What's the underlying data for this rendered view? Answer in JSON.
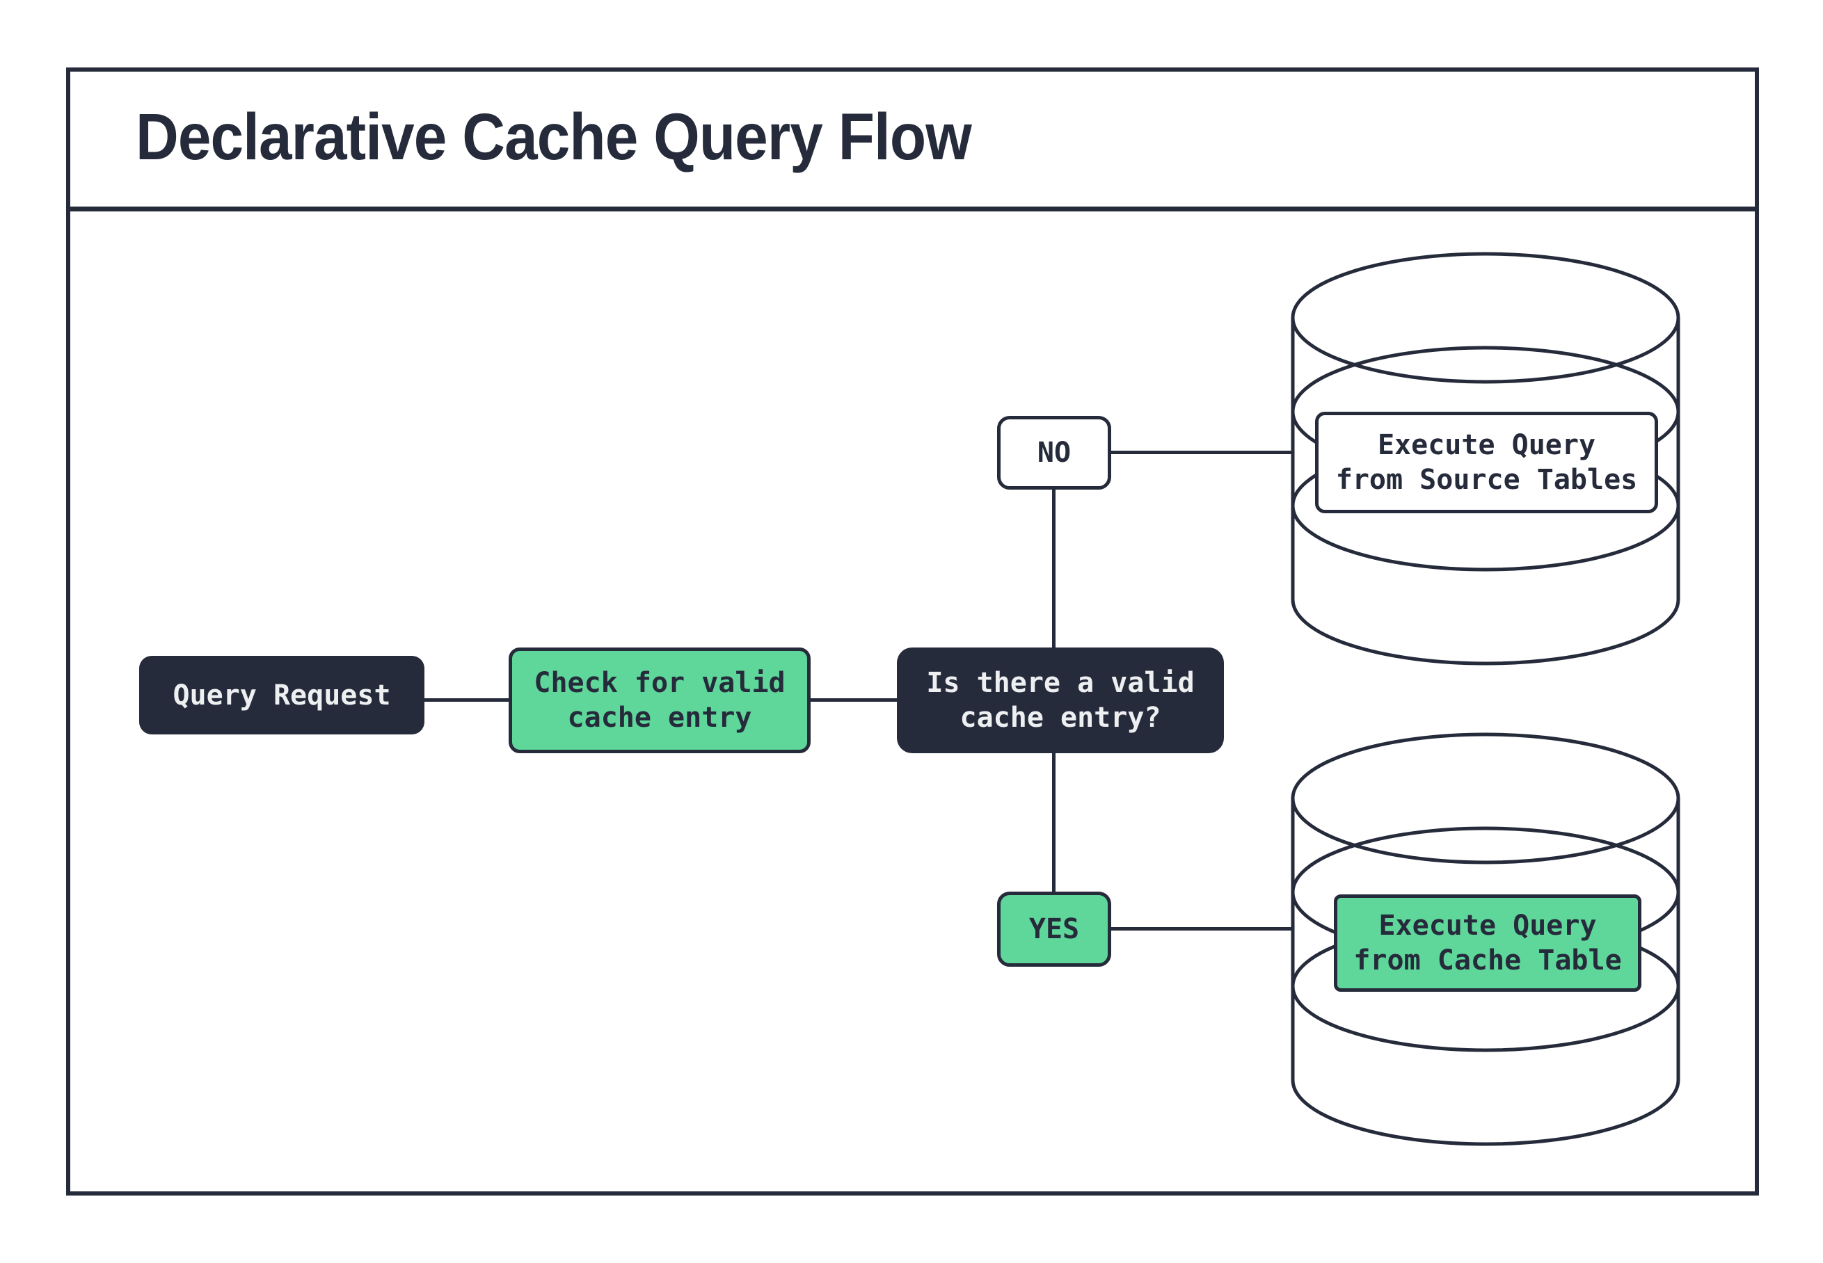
{
  "title": "Declarative Cache Query Flow",
  "colors": {
    "dark": "#262B3B",
    "green": "#5FD69A",
    "light": "#EDEFF1",
    "white": "#FFFFFF"
  },
  "nodes": {
    "query_request": {
      "label": "Query Request"
    },
    "check_cache": {
      "label": "Check for valid\ncache entry"
    },
    "decision": {
      "label": "Is there a valid\ncache entry?"
    },
    "no_branch": {
      "label": "NO"
    },
    "yes_branch": {
      "label": "YES"
    },
    "source_db": {
      "label": "Execute Query\nfrom Source Tables",
      "icon": "database-icon"
    },
    "cache_db": {
      "label": "Execute Query\nfrom Cache Table",
      "icon": "database-icon"
    }
  },
  "edges": [
    {
      "from": "query_request",
      "to": "check_cache"
    },
    {
      "from": "check_cache",
      "to": "decision"
    },
    {
      "from": "decision",
      "to": "no_branch"
    },
    {
      "from": "no_branch",
      "to": "source_db"
    },
    {
      "from": "decision",
      "to": "yes_branch"
    },
    {
      "from": "yes_branch",
      "to": "cache_db"
    }
  ]
}
